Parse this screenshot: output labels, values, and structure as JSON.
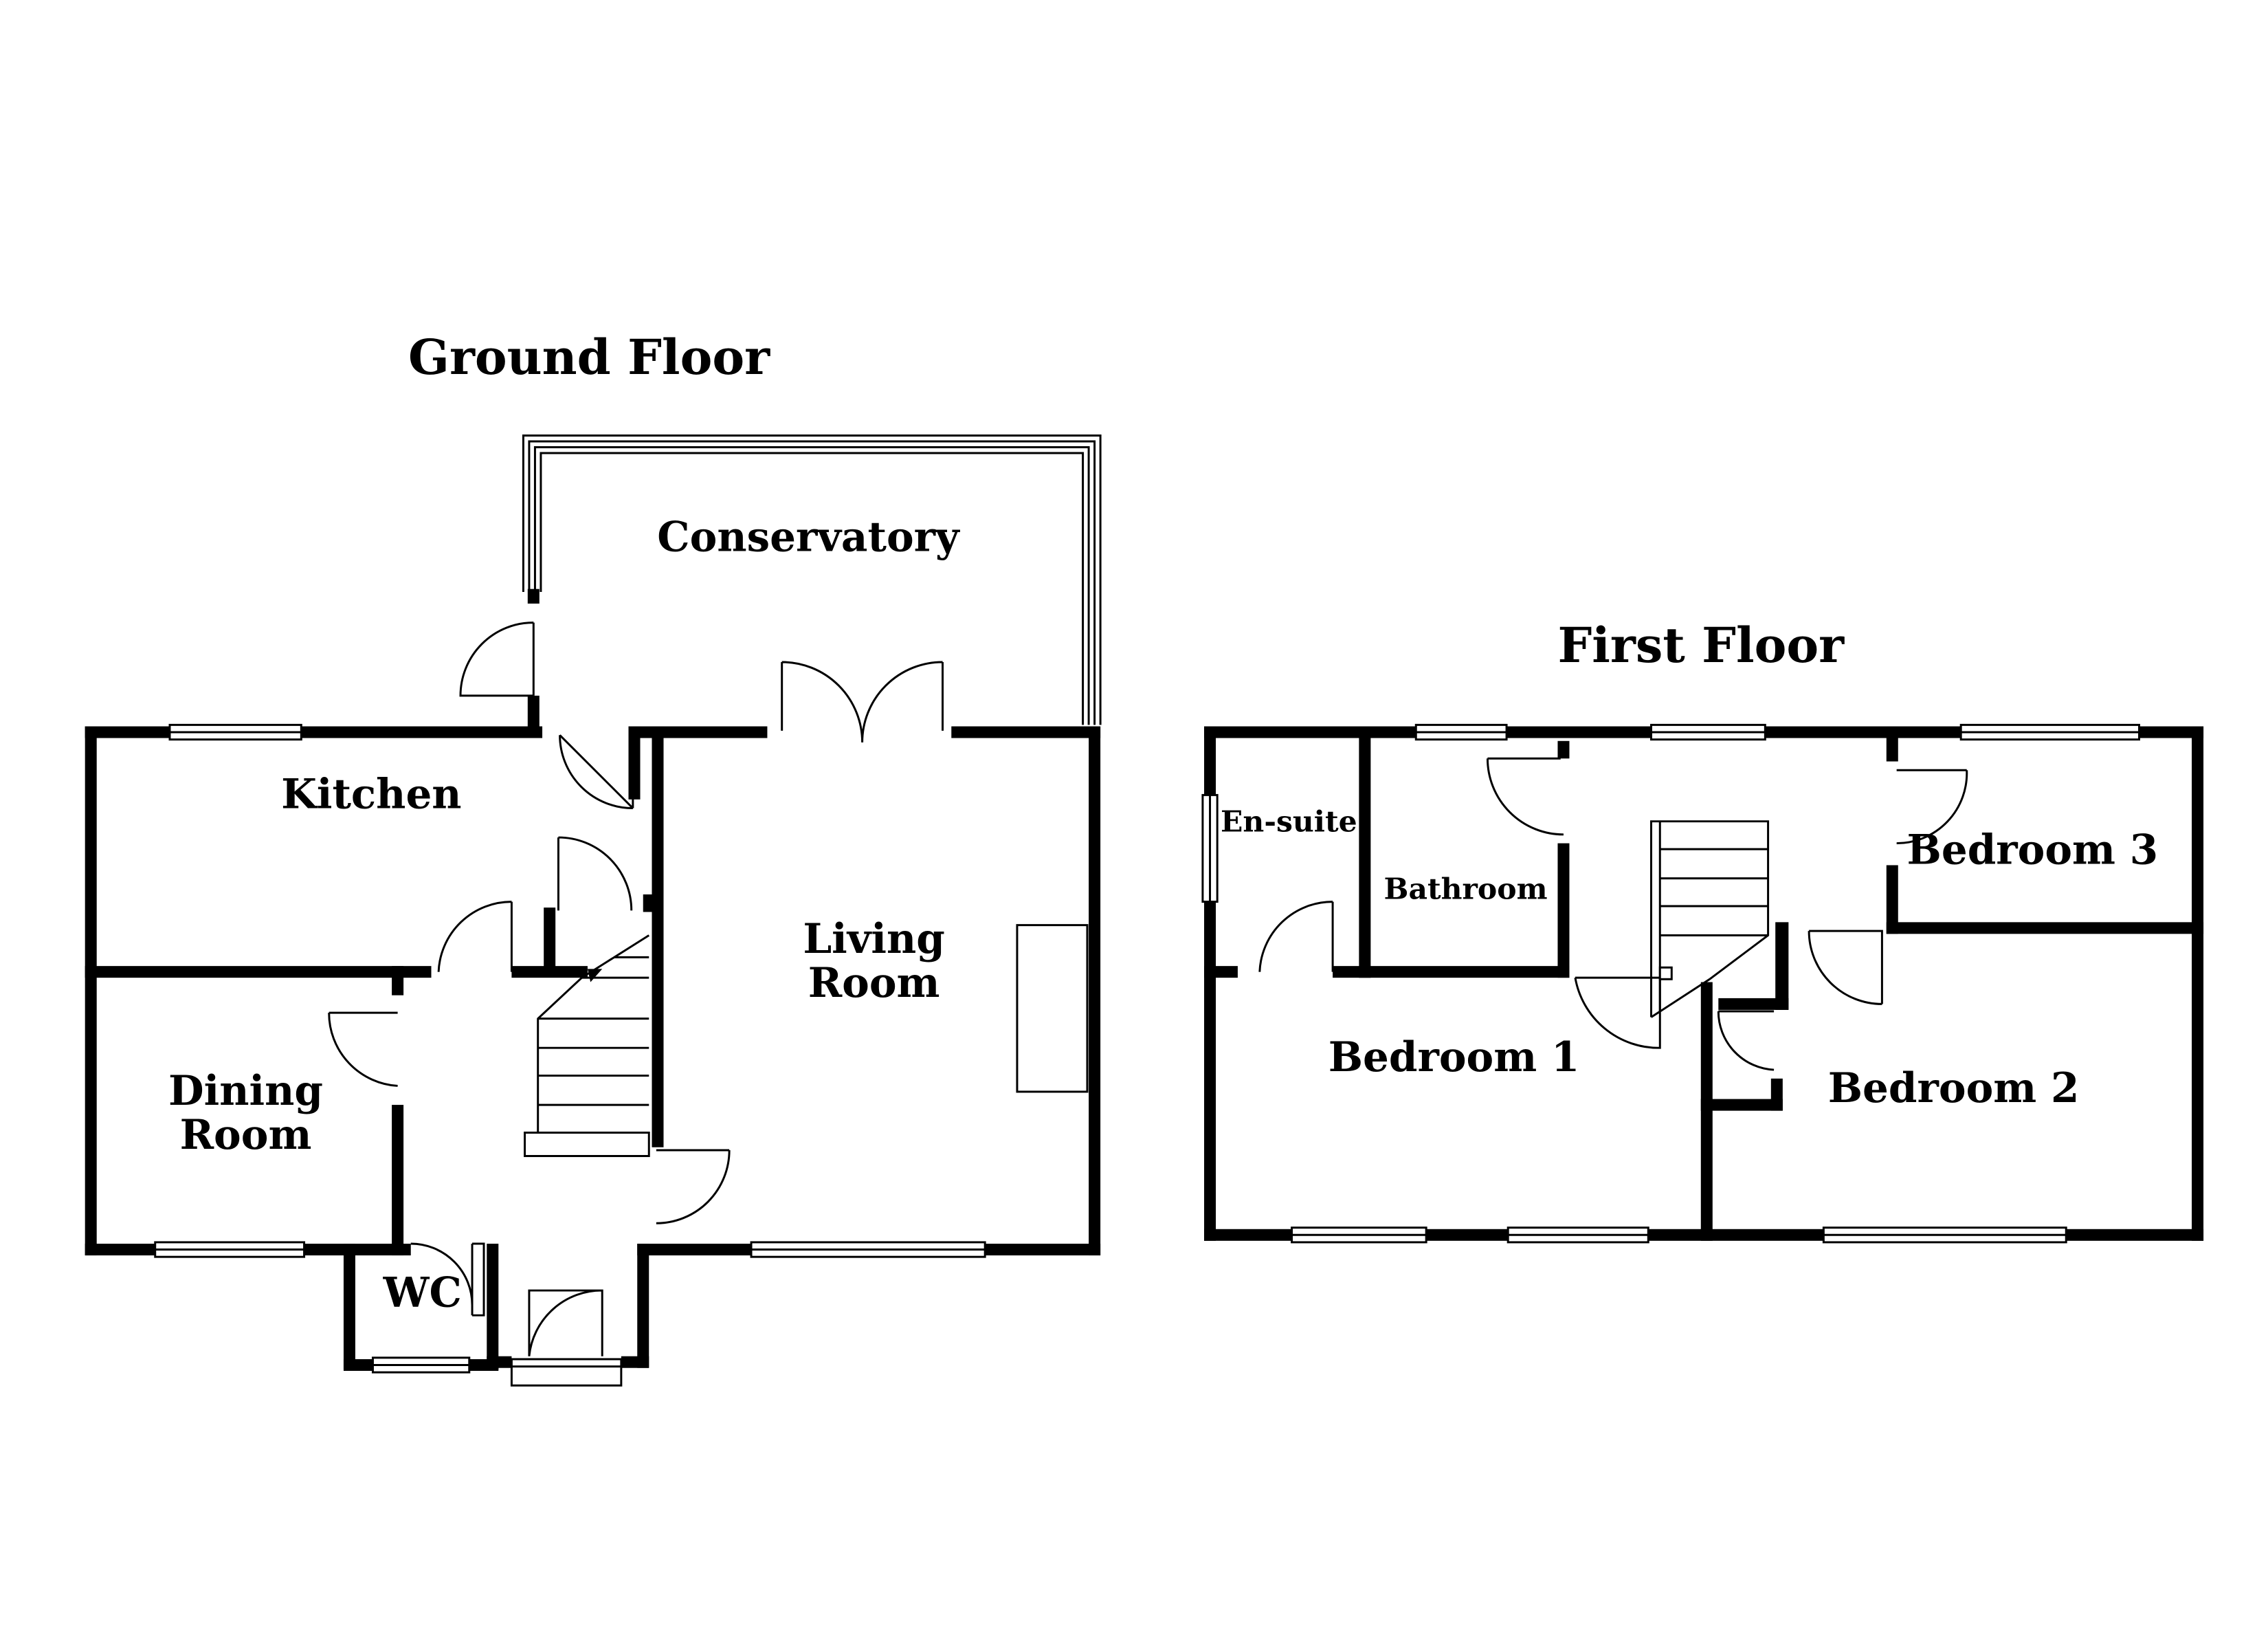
{
  "floors": {
    "ground": {
      "title": "Ground Floor",
      "rooms": {
        "conservatory": "Conservatory",
        "kitchen": "Kitchen",
        "living_room": [
          "Living",
          "Room"
        ],
        "dining_room": [
          "Dining",
          "Room"
        ],
        "wc": "WC"
      }
    },
    "first": {
      "title": "First Floor",
      "rooms": {
        "en_suite": "En-suite",
        "bathroom": "Bathroom",
        "bedroom_3": "Bedroom 3",
        "bedroom_1": "Bedroom 1",
        "bedroom_2": "Bedroom 2"
      }
    }
  }
}
